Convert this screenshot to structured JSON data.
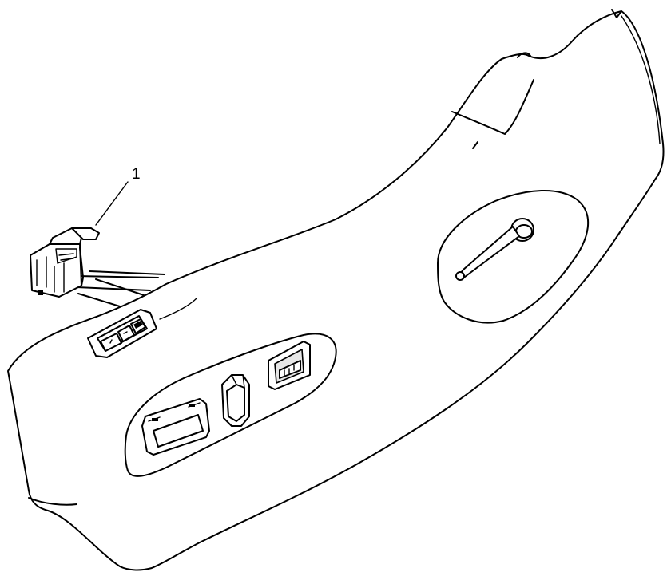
{
  "callouts": [
    {
      "id": "1",
      "text": "1"
    }
  ],
  "icons": {
    "seat_panel": "seat-side-trim-panel",
    "switch_module": "memory-seat-switch",
    "connector": "electrical-connector",
    "lumbar_switch": "lumbar-switch",
    "seat_adjuster": "seat-adjuster-switch",
    "recline_switch": "recline-switch",
    "bezel": "switch-bezel",
    "recline_lever": "recline-lever"
  }
}
